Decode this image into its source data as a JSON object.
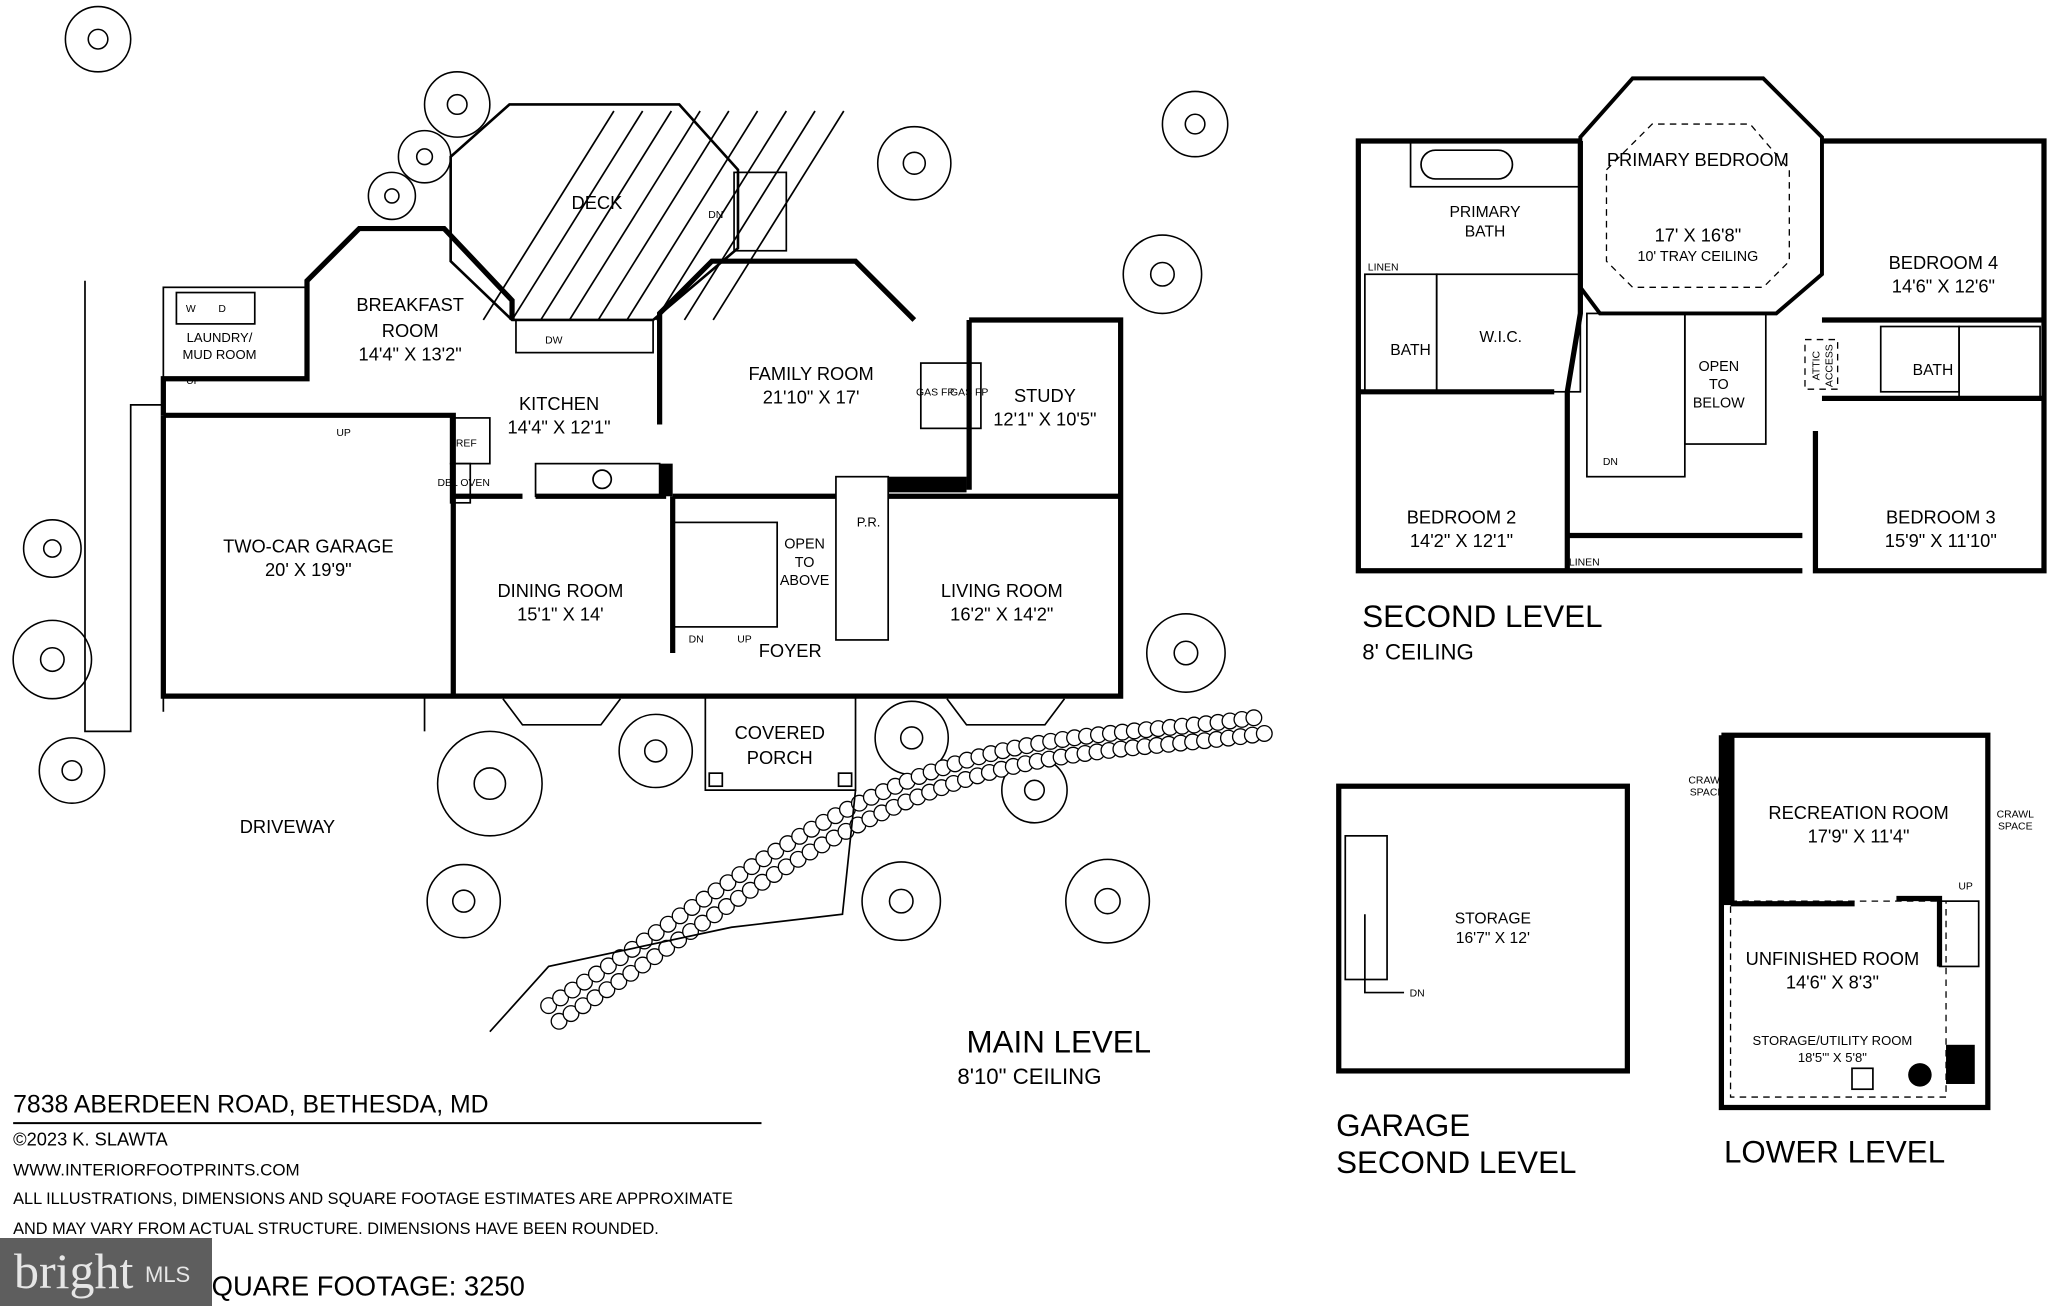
{
  "main_level": {
    "title": "MAIN LEVEL",
    "ceiling": "8'10\" CEILING",
    "rooms": [
      {
        "name": "DECK",
        "dims": ""
      },
      {
        "name": "BREAKFAST",
        "name2": "ROOM",
        "dims": "14'4\" X 13'2\""
      },
      {
        "name": "LAUNDRY/",
        "name2": "MUD ROOM",
        "dims": ""
      },
      {
        "name": "KITCHEN",
        "dims": "14'4\" X 12'1\""
      },
      {
        "name": "FAMILY ROOM",
        "dims": "21'10\" X 17'"
      },
      {
        "name": "STUDY",
        "dims": "12'1\" X 10'5\""
      },
      {
        "name": "TWO-CAR GARAGE",
        "dims": "20' X 19'9\""
      },
      {
        "name": "DINING ROOM",
        "dims": "15'1\" X 14'"
      },
      {
        "name": "LIVING ROOM",
        "dims": "16'2\" X 14'2\""
      },
      {
        "name": "FOYER",
        "dims": ""
      },
      {
        "name": "COVERED",
        "name2": "PORCH",
        "dims": ""
      },
      {
        "name": "DRIVEWAY",
        "dims": ""
      }
    ],
    "small_labels": {
      "dn": "DN",
      "up": "UP",
      "dw": "DW",
      "w": "W",
      "d": "D",
      "ref": "REF",
      "dbl_oven": "DBL OVEN",
      "gas_fp": "GAS FP",
      "pr": "P.R.",
      "open": "OPEN",
      "to": "TO",
      "above": "ABOVE"
    }
  },
  "second_level": {
    "title": "SECOND LEVEL",
    "ceiling": "8' CEILING",
    "rooms": [
      {
        "name": "PRIMARY BEDROOM",
        "dims": "17' X 16'8\"",
        "note": "10' TRAY CEILING"
      },
      {
        "name": "PRIMARY",
        "name2": "BATH",
        "dims": ""
      },
      {
        "name": "BEDROOM 4",
        "dims": "14'6\" X 12'6\""
      },
      {
        "name": "BEDROOM 2",
        "dims": "14'2\" X 12'1\""
      },
      {
        "name": "BEDROOM 3",
        "dims": "15'9\" X 11'10\""
      },
      {
        "name": "W.I.C.",
        "dims": ""
      },
      {
        "name": "BATH",
        "dims": ""
      },
      {
        "name": "BATH",
        "dims": ""
      }
    ],
    "small_labels": {
      "linen": "LINEN",
      "open": "OPEN",
      "to": "TO",
      "below": "BELOW",
      "attic": "ATTIC",
      "access": "ACCESS",
      "dn": "DN"
    }
  },
  "garage_second_level": {
    "title1": "GARAGE",
    "title2": "SECOND LEVEL",
    "room": {
      "name": "STORAGE",
      "dims": "16'7\" X 12'"
    },
    "dn": "DN"
  },
  "lower_level": {
    "title": "LOWER LEVEL",
    "rooms": [
      {
        "name": "RECREATION ROOM",
        "dims": "17'9\" X 11'4\""
      },
      {
        "name": "UNFINISHED ROOM",
        "dims": "14'6\" X 8'3\""
      },
      {
        "name": "STORAGE/UTILITY ROOM",
        "dims": "18'5'\" X 5'8\""
      }
    ],
    "crawl1": "CRAWL",
    "crawl2": "SPACE",
    "up": "UP"
  },
  "info": {
    "address": "7838 ABERDEEN ROAD, BETHESDA, MD",
    "copyright": "©2023 K. SLAWTA",
    "website": "WWW.INTERIORFOOTPRINTS.COM",
    "disclaimer1": "ALL ILLUSTRATIONS, DIMENSIONS AND SQUARE FOOTAGE ESTIMATES ARE APPROXIMATE",
    "disclaimer2": "AND MAY VARY FROM ACTUAL STRUCTURE. DIMENSIONS HAVE BEEN ROUNDED.",
    "square_footage": "QUARE FOOTAGE: 3250"
  },
  "watermark": {
    "brand": "bright",
    "suffix": "MLS",
    "color": "#5e5e5e"
  }
}
